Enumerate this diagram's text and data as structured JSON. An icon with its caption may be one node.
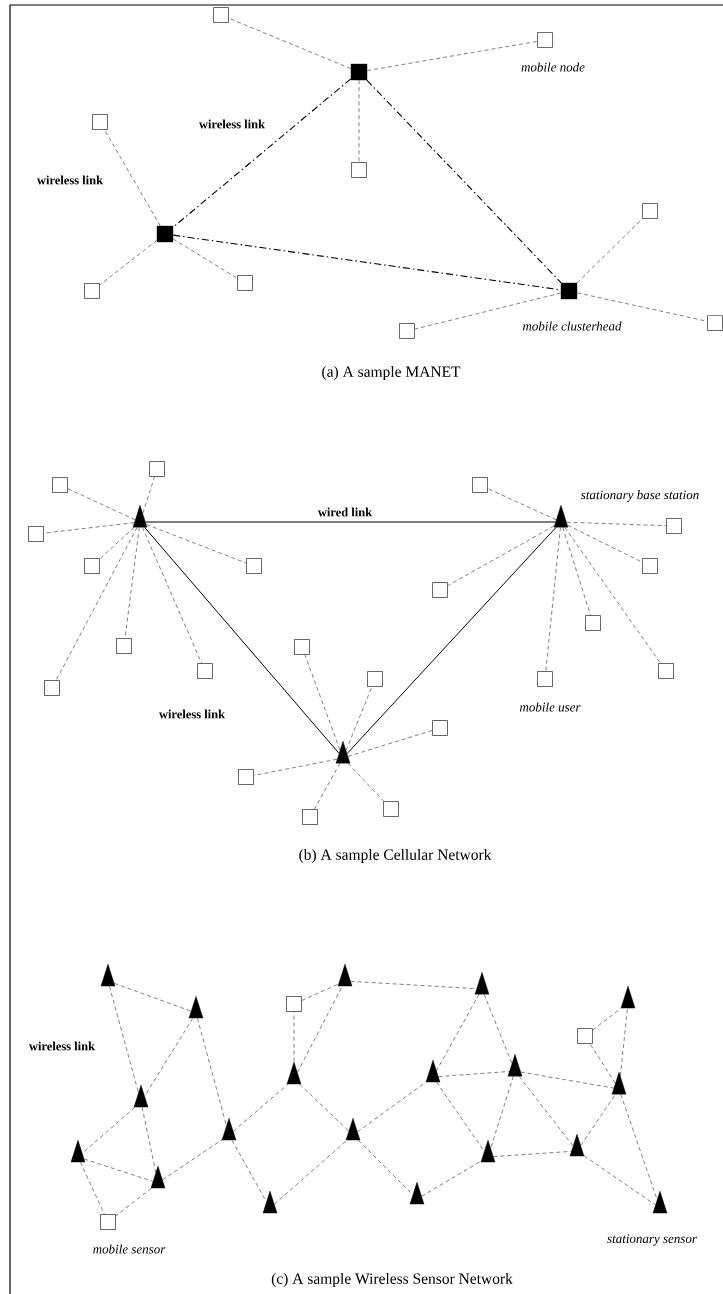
{
  "diagram": {
    "nodes": [
      {
        "text": [],
        "shape": "box"
      },
      {
        "text": [],
        "shape": "box",
        "beside": [
          "mobile node"
        ]
      },
      {
        "text": [],
        "shape": "square"
      },
      {
        "text": [],
        "shape": "box"
      },
      {
        "text": [],
        "shape": "box"
      },
      {
        "text": [],
        "shape": "box"
      },
      {
        "text": [],
        "shape": "square"
      },
      {
        "text": [],
        "shape": "box"
      },
      {
        "text": [],
        "shape": "box"
      },
      {
        "text": [],
        "shape": "square",
        "beside": [
          "mobile clusterhead"
        ]
      },
      {
        "text": [],
        "shape": "box"
      },
      {
        "text": [],
        "shape": "box"
      },
      {
        "text": [],
        "shape": "box"
      },
      {
        "text": [],
        "shape": "box"
      },
      {
        "text": [],
        "shape": "box"
      },
      {
        "text": [],
        "shape": "triangle"
      },
      {
        "text": [],
        "shape": "triangle",
        "beside": [
          "stationary base station"
        ]
      },
      {
        "text": [],
        "shape": "box"
      },
      {
        "text": [],
        "shape": "box"
      },
      {
        "text": [],
        "shape": "box"
      },
      {
        "text": [],
        "shape": "box"
      },
      {
        "text": [],
        "shape": "box"
      },
      {
        "text": [],
        "shape": "box"
      },
      {
        "text": [],
        "shape": "box"
      },
      {
        "text": [],
        "shape": "box"
      },
      {
        "text": [],
        "shape": "box"
      },
      {
        "text": [],
        "shape": "box"
      },
      {
        "text": [],
        "shape": "box"
      },
      {
        "text": [],
        "shape": "box",
        "beside": [
          "mobile user"
        ]
      },
      {
        "text": [],
        "shape": "box"
      },
      {
        "text": [],
        "shape": "box"
      },
      {
        "text": [],
        "shape": "box"
      },
      {
        "text": [],
        "shape": "triangle"
      },
      {
        "text": [],
        "shape": "box"
      },
      {
        "text": [],
        "shape": "box"
      },
      {
        "text": [],
        "shape": "box"
      },
      {
        "text": [],
        "shape": "triangle"
      },
      {
        "text": [],
        "shape": "triangle"
      },
      {
        "text": [],
        "shape": "triangle"
      },
      {
        "text": [],
        "shape": "triangle"
      },
      {
        "text": [],
        "shape": "box"
      },
      {
        "text": [],
        "shape": "triangle"
      },
      {
        "text": [],
        "shape": "box"
      },
      {
        "text": [],
        "shape": "triangle"
      },
      {
        "text": [],
        "shape": "triangle"
      },
      {
        "text": [],
        "shape": "triangle"
      },
      {
        "text": [],
        "shape": "triangle"
      },
      {
        "text": [],
        "shape": "triangle"
      },
      {
        "text": [],
        "shape": "triangle"
      },
      {
        "text": [],
        "shape": "triangle"
      },
      {
        "text": [],
        "shape": "triangle"
      },
      {
        "text": [],
        "shape": "triangle"
      },
      {
        "text": [],
        "shape": "triangle"
      },
      {
        "text": [],
        "shape": "triangle"
      },
      {
        "text": [],
        "shape": "triangle"
      },
      {
        "text": [],
        "shape": "triangle"
      },
      {
        "text": [],
        "shape": "triangle",
        "beside": [
          "stationary sensor"
        ]
      },
      {
        "text": [],
        "shape": "box",
        "beside": [
          "mobile sensor"
        ]
      }
    ],
    "edges": [
      {
        "from": 2,
        "to": 0,
        "arrow": "none",
        "style": "dashed"
      },
      {
        "from": 2,
        "to": 1,
        "arrow": "none",
        "style": "dashed"
      },
      {
        "from": 2,
        "to": 4,
        "arrow": "none",
        "style": "dashed"
      },
      {
        "from": 6,
        "to": 3,
        "arrow": "none",
        "style": "dashed"
      },
      {
        "from": 6,
        "to": 7,
        "arrow": "none",
        "style": "dashed"
      },
      {
        "from": 6,
        "to": 8,
        "arrow": "none",
        "style": "dashed"
      },
      {
        "from": 9,
        "to": 5,
        "arrow": "none",
        "style": "dashed"
      },
      {
        "from": 9,
        "to": 10,
        "arrow": "none",
        "style": "dashed"
      },
      {
        "from": 9,
        "to": 11,
        "arrow": "none",
        "style": "dashed"
      },
      {
        "from": 2,
        "to": 6,
        "arrow": "none",
        "style": "dashed"
      },
      {
        "from": 2,
        "to": 9,
        "arrow": "none",
        "style": "dashed"
      },
      {
        "from": 6,
        "to": 9,
        "arrow": "none",
        "style": "dashed"
      },
      {
        "from": 15,
        "to": 16,
        "arrow": "none"
      },
      {
        "from": 15,
        "to": 32,
        "arrow": "none"
      },
      {
        "from": 16,
        "to": 32,
        "arrow": "none"
      },
      {
        "from": 15,
        "to": 12,
        "arrow": "none",
        "style": "dashed"
      },
      {
        "from": 15,
        "to": 13,
        "arrow": "none",
        "style": "dashed"
      },
      {
        "from": 15,
        "to": 18,
        "arrow": "none",
        "style": "dashed"
      },
      {
        "from": 15,
        "to": 19,
        "arrow": "none",
        "style": "dashed"
      },
      {
        "from": 15,
        "to": 20,
        "arrow": "none",
        "style": "dashed"
      },
      {
        "from": 15,
        "to": 24,
        "arrow": "none",
        "style": "dashed"
      },
      {
        "from": 15,
        "to": 30,
        "arrow": "none",
        "style": "dashed"
      },
      {
        "from": 15,
        "to": 26,
        "arrow": "none",
        "style": "dashed"
      },
      {
        "from": 16,
        "to": 14,
        "arrow": "none",
        "style": "dashed"
      },
      {
        "from": 16,
        "to": 17,
        "arrow": "none",
        "style": "dashed"
      },
      {
        "from": 16,
        "to": 21,
        "arrow": "none",
        "style": "dashed"
      },
      {
        "from": 16,
        "to": 22,
        "arrow": "none",
        "style": "dashed"
      },
      {
        "from": 16,
        "to": 23,
        "arrow": "none",
        "style": "dashed"
      },
      {
        "from": 16,
        "to": 27,
        "arrow": "none",
        "style": "dashed"
      },
      {
        "from": 16,
        "to": 28,
        "arrow": "none",
        "style": "dashed"
      },
      {
        "from": 32,
        "to": 25,
        "arrow": "none",
        "style": "dashed"
      },
      {
        "from": 32,
        "to": 29,
        "arrow": "none",
        "style": "dashed"
      },
      {
        "from": 32,
        "to": 31,
        "arrow": "none",
        "style": "dashed"
      },
      {
        "from": 32,
        "to": 33,
        "arrow": "none",
        "style": "dashed"
      },
      {
        "from": 32,
        "to": 34,
        "arrow": "none",
        "style": "dashed"
      },
      {
        "from": 32,
        "to": 35,
        "arrow": "none",
        "style": "dashed"
      },
      {
        "from": 36,
        "to": 41,
        "arrow": "none",
        "style": "dashed"
      },
      {
        "from": 36,
        "to": 47,
        "arrow": "none",
        "style": "dashed"
      },
      {
        "from": 41,
        "to": 47,
        "arrow": "none",
        "style": "dashed"
      },
      {
        "from": 41,
        "to": 48,
        "arrow": "none",
        "style": "dashed"
      },
      {
        "from": 47,
        "to": 52,
        "arrow": "none",
        "style": "dashed"
      },
      {
        "from": 47,
        "to": 53,
        "arrow": "none",
        "style": "dashed"
      },
      {
        "from": 52,
        "to": 53,
        "arrow": "none",
        "style": "dashed"
      },
      {
        "from": 52,
        "to": 57,
        "arrow": "none",
        "style": "dashed"
      },
      {
        "from": 53,
        "to": 57,
        "arrow": "none",
        "style": "dashed"
      },
      {
        "from": 53,
        "to": 48,
        "arrow": "none",
        "style": "dashed"
      },
      {
        "from": 48,
        "to": 45,
        "arrow": "none",
        "style": "dashed"
      },
      {
        "from": 48,
        "to": 55,
        "arrow": "none",
        "style": "dashed"
      },
      {
        "from": 55,
        "to": 49,
        "arrow": "none",
        "style": "dashed"
      },
      {
        "from": 45,
        "to": 40,
        "arrow": "none",
        "style": "dashed"
      },
      {
        "from": 45,
        "to": 37,
        "arrow": "none",
        "style": "dashed"
      },
      {
        "from": 45,
        "to": 49,
        "arrow": "none",
        "style": "dashed"
      },
      {
        "from": 40,
        "to": 37,
        "arrow": "none",
        "style": "dashed"
      },
      {
        "from": 37,
        "to": 38,
        "arrow": "none",
        "style": "dashed"
      },
      {
        "from": 49,
        "to": 44,
        "arrow": "none",
        "style": "dashed"
      },
      {
        "from": 49,
        "to": 54,
        "arrow": "none",
        "style": "dashed"
      },
      {
        "from": 54,
        "to": 51,
        "arrow": "none",
        "style": "dashed"
      },
      {
        "from": 38,
        "to": 44,
        "arrow": "none",
        "style": "dashed"
      },
      {
        "from": 38,
        "to": 43,
        "arrow": "none",
        "style": "dashed"
      },
      {
        "from": 44,
        "to": 43,
        "arrow": "none",
        "style": "dashed"
      },
      {
        "from": 44,
        "to": 51,
        "arrow": "none",
        "style": "dashed"
      },
      {
        "from": 43,
        "to": 51,
        "arrow": "none",
        "style": "dashed"
      },
      {
        "from": 43,
        "to": 50,
        "arrow": "none",
        "style": "dashed"
      },
      {
        "from": 43,
        "to": 46,
        "arrow": "none",
        "style": "dashed"
      },
      {
        "from": 51,
        "to": 50,
        "arrow": "none",
        "style": "dashed"
      },
      {
        "from": 50,
        "to": 46,
        "arrow": "none",
        "style": "dashed"
      },
      {
        "from": 50,
        "to": 56,
        "arrow": "none",
        "style": "dashed"
      },
      {
        "from": 46,
        "to": 56,
        "arrow": "none",
        "style": "dashed"
      },
      {
        "from": 46,
        "to": 42,
        "arrow": "none",
        "style": "dashed"
      },
      {
        "from": 46,
        "to": 39,
        "arrow": "none",
        "style": "dashed"
      },
      {
        "from": 42,
        "to": 39,
        "arrow": "none",
        "style": "dashed"
      }
    ],
    "labels": [
      "wireless link",
      "wireless link",
      "(a) A sample MANET",
      "wired link",
      "wireless link",
      "(b) A sample Cellular Network",
      "wireless link",
      "(c) A sample Wireless Sensor Network"
    ]
  }
}
